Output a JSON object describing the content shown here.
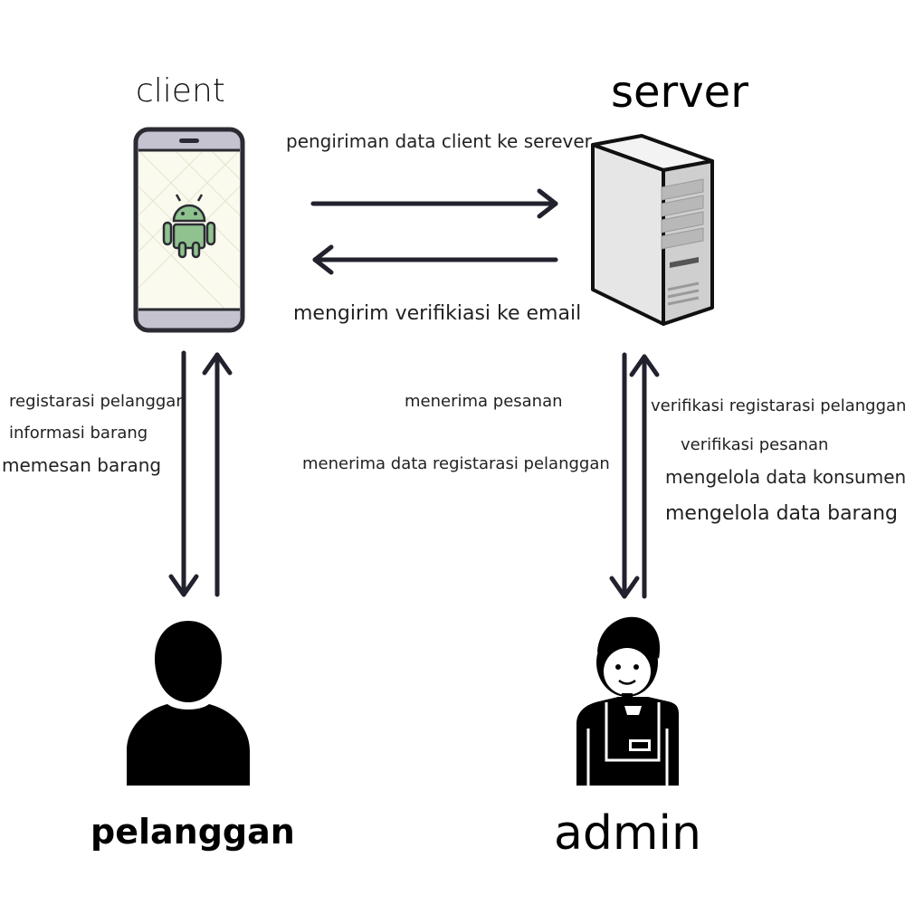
{
  "nodes": {
    "client": "client",
    "server": "server",
    "pelanggan": "pelanggan",
    "admin": "admin"
  },
  "edges": {
    "client_to_server": "pengiriman data client ke serever",
    "server_to_client": "mengirim verifikiasi ke email"
  },
  "pelanggan_labels": [
    "registarasi pelanggan",
    "informasi barang",
    "memesan barang"
  ],
  "center_labels": [
    "menerima pesanan",
    "menerima data registarasi pelanggan"
  ],
  "admin_labels": [
    "verifikasi  registarasi pelanggan",
    "verifikasi pesanan",
    "mengelola data konsumen",
    "mengelola data barang"
  ],
  "icons": {
    "client": "android-phone-icon",
    "server": "server-tower-icon",
    "pelanggan": "person-silhouette-icon",
    "admin": "admin-worker-icon"
  },
  "colors": {
    "arrow": "#22222e",
    "android": "#8fc28e",
    "phone_frame": "#2b2b33"
  }
}
